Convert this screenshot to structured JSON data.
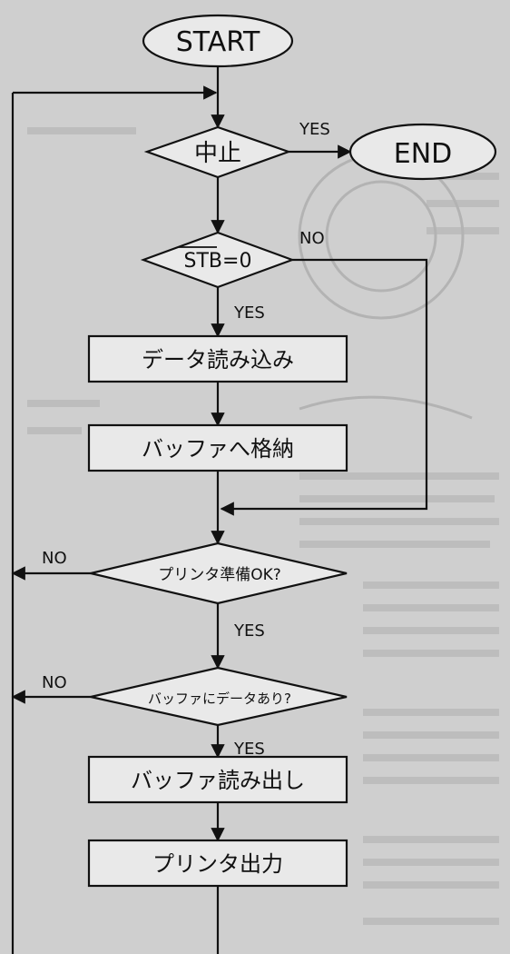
{
  "diagram": {
    "nodes": {
      "start": "START",
      "end": "END",
      "abort": "中止",
      "stb_name": "STB",
      "stb_rest": "=0",
      "read_data": "データ読み込み",
      "store_buffer": "バッファへ格納",
      "printer_ready": "プリンタ準備OK?",
      "buffer_has_data": "バッファにデータあり?",
      "read_buffer": "バッファ読み出し",
      "printer_output": "プリンタ出力"
    },
    "edge_labels": {
      "abort_yes": "YES",
      "stb_no": "NO",
      "stb_yes": "YES",
      "ready_no": "NO",
      "ready_yes": "YES",
      "data_no": "NO",
      "data_yes": "YES"
    }
  },
  "colors": {
    "background": "#cfcfcf",
    "node_fill": "#e9e9e9",
    "line": "#111111"
  }
}
